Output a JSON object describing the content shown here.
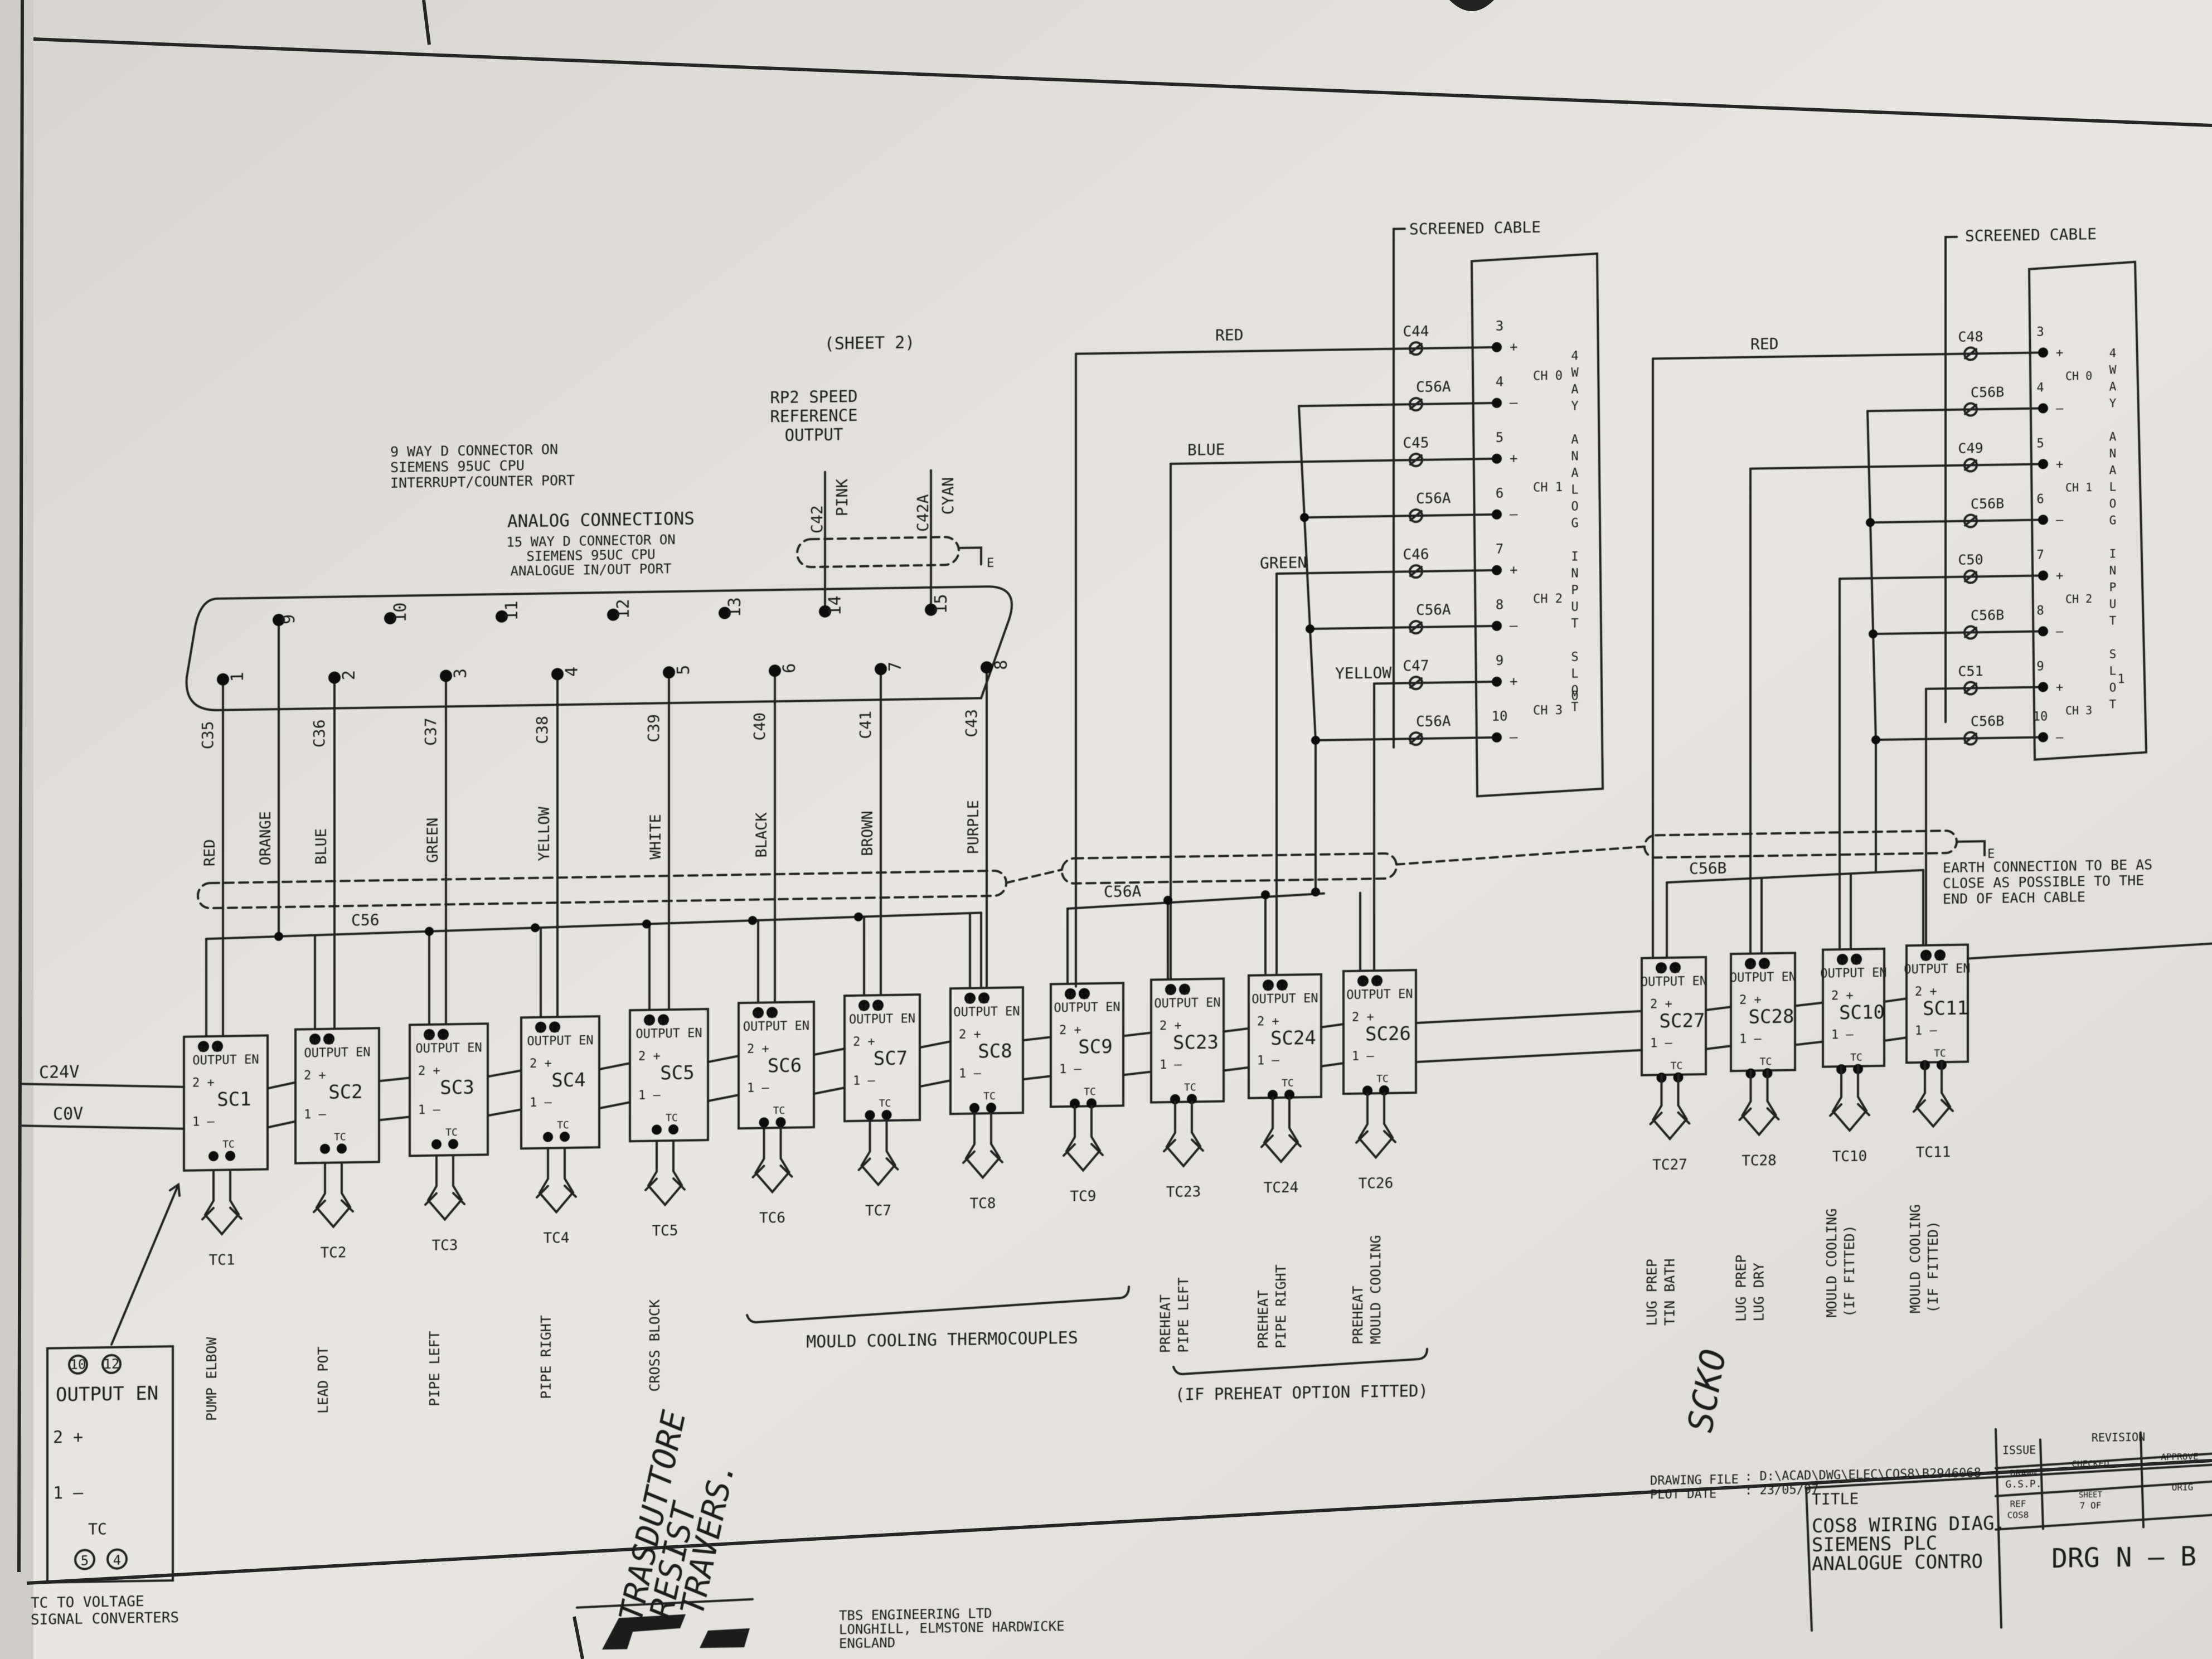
{
  "diagram": {
    "sheet_ref": "(SHEET 2)",
    "rp2_output": [
      "RP2 SPEED",
      "REFERENCE",
      "OUTPUT"
    ],
    "interrupt_port_note": [
      "9 WAY D CONNECTOR ON",
      "SIEMENS 95UC CPU",
      "INTERRUPT/COUNTER PORT"
    ],
    "analog_title": "ANALOG CONNECTIONS",
    "analog_note": [
      "15 WAY D CONNECTOR ON",
      "SIEMENS 95UC CPU",
      "ANALOGUE IN/OUT PORT"
    ],
    "connector_top_pins": [
      "9",
      "10",
      "11",
      "12",
      "13",
      "14",
      "15"
    ],
    "connector_bottom_pins": [
      "1",
      "2",
      "3",
      "4",
      "5",
      "6",
      "7",
      "8"
    ],
    "rp2_cables": [
      {
        "cable": "C42",
        "colour": "PINK"
      },
      {
        "cable": "C42A",
        "colour": "CYAN"
      }
    ],
    "main_cables": [
      {
        "cable": "C35",
        "colour": "RED"
      },
      {
        "cable": "",
        "colour": "ORANGE"
      },
      {
        "cable": "C36",
        "colour": "BLUE"
      },
      {
        "cable": "C37",
        "colour": "GREEN"
      },
      {
        "cable": "C38",
        "colour": "YELLOW"
      },
      {
        "cable": "C39",
        "colour": "WHITE"
      },
      {
        "cable": "C40",
        "colour": "BLACK"
      },
      {
        "cable": "C41",
        "colour": "BROWN"
      },
      {
        "cable": "C43",
        "colour": "PURPLE"
      }
    ],
    "earth_symbol": "E",
    "screened_cable": "SCREENED CABLE",
    "module_title": [
      "4",
      "W",
      "A",
      "Y",
      " ",
      "A",
      "N",
      "A",
      "L",
      "O",
      "G",
      " ",
      "I",
      "N",
      "P",
      "U",
      "T",
      " ",
      "S",
      "L",
      "O",
      "T"
    ],
    "slot0": {
      "slot": "0",
      "wires": [
        "RED",
        "BLUE",
        "GREEN",
        "YELLOW"
      ],
      "channels": [
        "CH 0",
        "CH 1",
        "CH 2",
        "CH 3"
      ],
      "terminals": [
        {
          "cable": "C44",
          "pin": "3",
          "pol": "+"
        },
        {
          "cable": "C56A",
          "pin": "4",
          "pol": "–"
        },
        {
          "cable": "C45",
          "pin": "5",
          "pol": "+"
        },
        {
          "cable": "C56A",
          "pin": "6",
          "pol": "–"
        },
        {
          "cable": "C46",
          "pin": "7",
          "pol": "+"
        },
        {
          "cable": "C56A",
          "pin": "8",
          "pol": "–"
        },
        {
          "cable": "C47",
          "pin": "9",
          "pol": "+"
        },
        {
          "cable": "C56A",
          "pin": "10",
          "pol": "–"
        }
      ]
    },
    "slot1": {
      "slot": "1",
      "wires": [
        "RED"
      ],
      "channels": [
        "CH 0",
        "CH 1",
        "CH 2",
        "CH 3"
      ],
      "terminals": [
        {
          "cable": "C48",
          "pin": "3",
          "pol": "+"
        },
        {
          "cable": "C56B",
          "pin": "4",
          "pol": "–"
        },
        {
          "cable": "C49",
          "pin": "5",
          "pol": "+"
        },
        {
          "cable": "C56B",
          "pin": "6",
          "pol": "–"
        },
        {
          "cable": "C50",
          "pin": "7",
          "pol": "+"
        },
        {
          "cable": "C56B",
          "pin": "8",
          "pol": "–"
        },
        {
          "cable": "C51",
          "pin": "9",
          "pol": "+"
        },
        {
          "cable": "C56B",
          "pin": "10",
          "pol": "–"
        }
      ]
    },
    "bus_labels": [
      "C56",
      "C56A",
      "C56B"
    ],
    "earth_note": [
      "EARTH CONNECTION TO BE AS",
      "CLOSE AS POSSIBLE TO THE",
      "END OF EACH CABLE"
    ],
    "supply": [
      "C24V",
      "C0V"
    ],
    "module_terms": {
      "t10": "10",
      "t12": "12",
      "t2": "2",
      "t1": "1",
      "t5": "5",
      "t4": "4",
      "tc": "TC",
      "plus": "+",
      "minus": "–"
    },
    "module_labels": {
      "output_en": "OUTPUT EN"
    },
    "converters": [
      {
        "id": "SC1",
        "tc": "TC1",
        "desc": "PUMP ELBOW"
      },
      {
        "id": "SC2",
        "tc": "TC2",
        "desc": "LEAD POT"
      },
      {
        "id": "SC3",
        "tc": "TC3",
        "desc": "PIPE LEFT"
      },
      {
        "id": "SC4",
        "tc": "TC4",
        "desc": "PIPE RIGHT"
      },
      {
        "id": "SC5",
        "tc": "TC5",
        "desc": "CROSS BLOCK"
      },
      {
        "id": "SC6",
        "tc": "TC6",
        "desc": ""
      },
      {
        "id": "SC7",
        "tc": "TC7",
        "desc": ""
      },
      {
        "id": "SC8",
        "tc": "TC8",
        "desc": ""
      },
      {
        "id": "SC9",
        "tc": "TC9",
        "desc": ""
      },
      {
        "id": "SC23",
        "tc": "TC23",
        "desc": "PREHEAT|PIPE LEFT"
      },
      {
        "id": "SC24",
        "tc": "TC24",
        "desc": "PREHEAT|PIPE RIGHT"
      },
      {
        "id": "SC26",
        "tc": "TC26",
        "desc": "PREHEAT|MOULD COOLING"
      },
      {
        "id": "SC27",
        "tc": "TC27",
        "desc": "LUG PREP|TIN BATH"
      },
      {
        "id": "SC28",
        "tc": "TC28",
        "desc": "LUG PREP|LUG DRY"
      },
      {
        "id": "SC10",
        "tc": "TC10",
        "desc": "MOULD COOLING|(IF FITTED)"
      },
      {
        "id": "SC11",
        "tc": "TC11",
        "desc": "MOULD COOLING|(IF FITTED)"
      }
    ],
    "mould_cooling_label": "MOULD COOLING THERMOCOUPLES",
    "preheat_label": "(IF PREHEAT OPTION FITTED)",
    "legend": {
      "t10": "10",
      "t12": "12",
      "output_en": "OUTPUT EN",
      "t2": "2",
      "t1": "1",
      "tc": "TC",
      "t5": "5",
      "t4": "4",
      "caption": [
        "TC TO VOLTAGE",
        "SIGNAL CONVERTERS"
      ]
    },
    "handwriting": [
      "TRASDUTTORE",
      "RESIST",
      "TRAVERS.",
      "SCKO"
    ],
    "title_block": {
      "drawing_file_label": "DRAWING FILE",
      "drawing_file": ": D:\\ACAD\\DWG\\ELEC\\COS8\\B2946068",
      "plot_date_label": "PLOT DATE",
      "plot_date": ": 23/05/97",
      "title_label": "TITLE",
      "title_lines": [
        "COS8 WIRING DIAG.",
        "SIEMENS PLC",
        "ANALOGUE CONTRO"
      ],
      "issue": "ISSUE",
      "revision": "REVISION",
      "drawn": "DRAWN",
      "drawn_by": "G.S.P.",
      "checked": "CHECKED",
      "approved": "APPROVE",
      "ref": "REF",
      "ref_val": "COS8",
      "sheet_label": "SHEET",
      "sheet_val": "7 OF",
      "orig": "ORIG",
      "drg": "DRG N –  B"
    },
    "company": [
      "TBS ENGINEERING LTD",
      "LONGHILL, ELMSTONE HARDWICKE",
      "  ENGLAND"
    ]
  }
}
